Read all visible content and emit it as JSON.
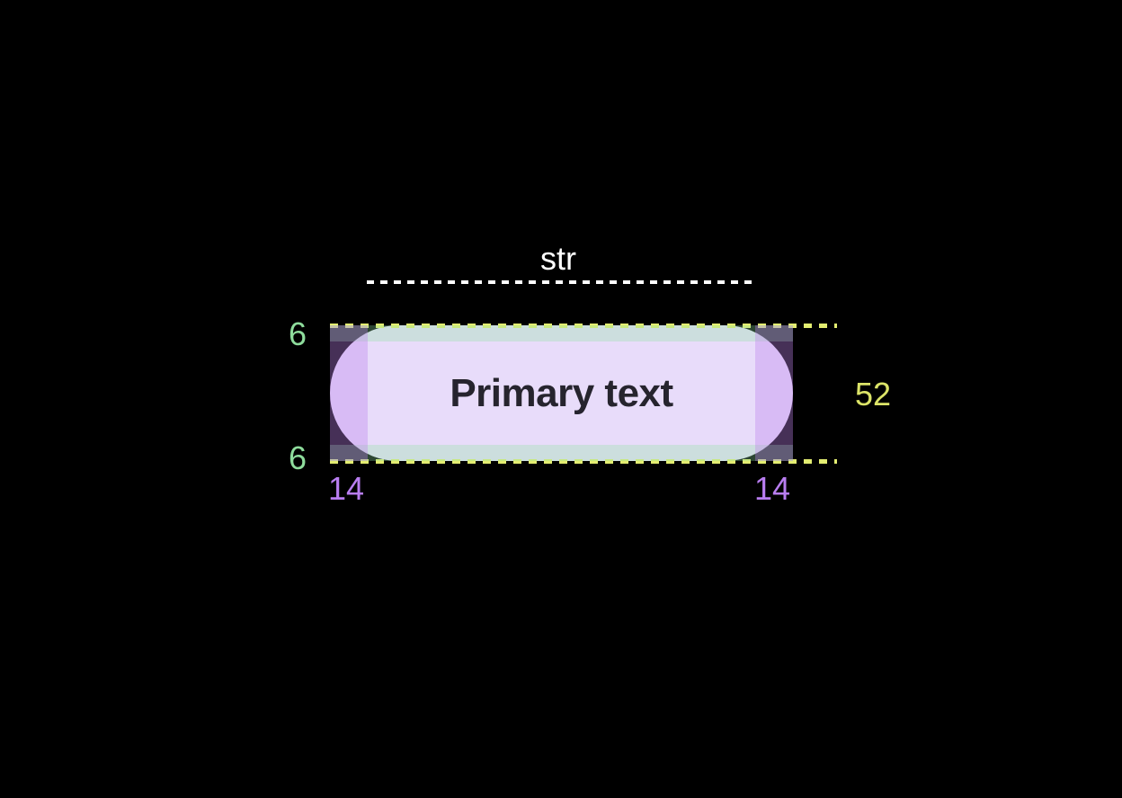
{
  "spec": {
    "background": "#000000",
    "button": {
      "label": "Primary text",
      "fill_color": "#e8dcfa",
      "label_color": "#26242e"
    },
    "measurements": {
      "string_width": {
        "label": "str",
        "color": "#ffffff"
      },
      "padding_top": {
        "label": "6",
        "color": "#8edc9c"
      },
      "padding_bottom": {
        "label": "6",
        "color": "#8edc9c"
      },
      "height": {
        "label": "52",
        "color": "#dce468"
      },
      "padding_left": {
        "label": "14",
        "color": "#b87df0"
      },
      "padding_right": {
        "label": "14",
        "color": "#b87df0"
      }
    },
    "overlays": {
      "vertical_padding_color": "rgba(142,226,161,0.31)",
      "horizontal_padding_color": "rgba(189,130,235,0.37)"
    },
    "guides": {
      "string_guide_color": "#ffffff",
      "bounds_guide_color": "#e3ed71"
    }
  }
}
